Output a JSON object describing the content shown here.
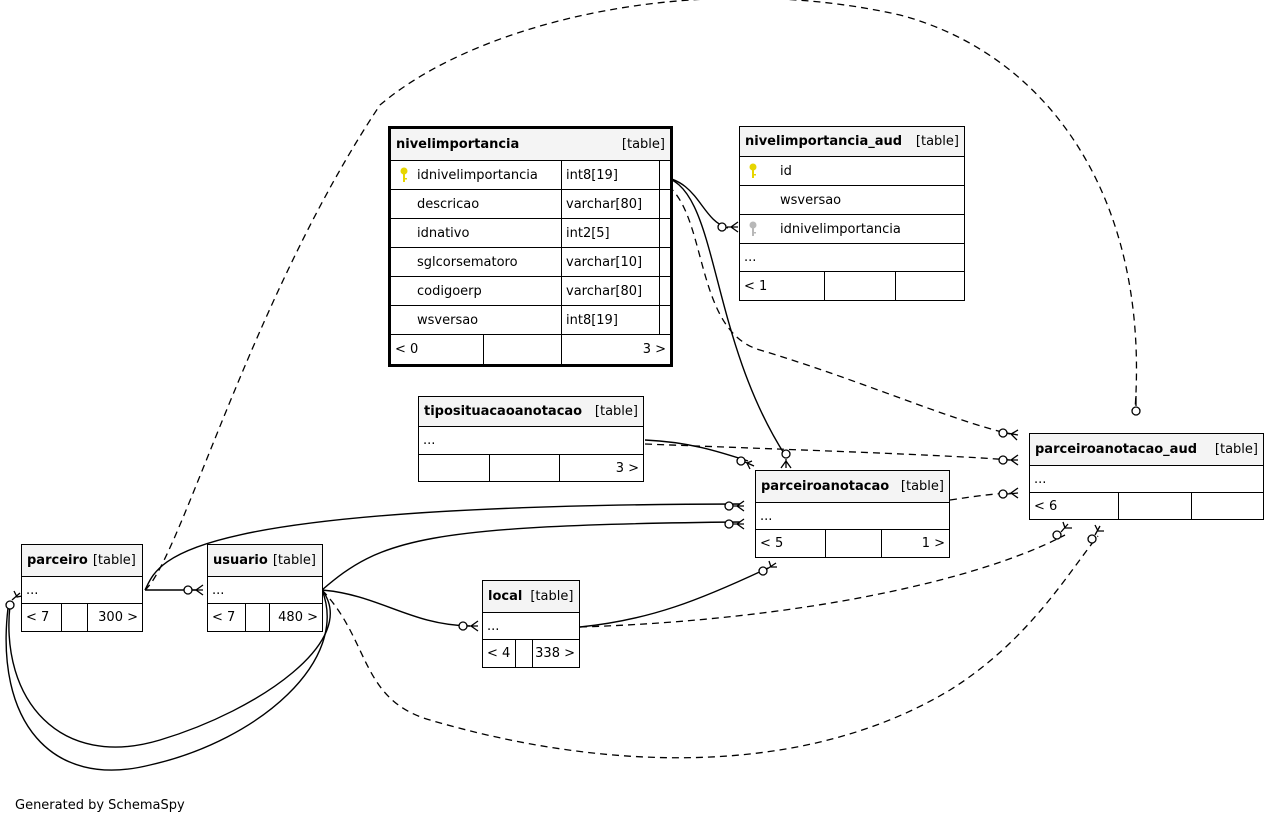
{
  "footer": "Generated by SchemaSpy",
  "colors": {
    "primary_key": "#e6d500",
    "foreign_key": "#b8b8b8",
    "header_bg": "#f4f4f4"
  },
  "tables": {
    "nivelimportancia": {
      "name": "nivelimportancia",
      "type": "[table]",
      "columns": [
        {
          "name": "idnivelimportancia",
          "type": "int8[19]",
          "key": "primary-key-icon"
        },
        {
          "name": "descricao",
          "type": "varchar[80]"
        },
        {
          "name": "idnativo",
          "type": "int2[5]"
        },
        {
          "name": "sglcorsematoro",
          "type": "varchar[10]"
        },
        {
          "name": "codigoerp",
          "type": "varchar[80]"
        },
        {
          "name": "wsversao",
          "type": "int8[19]"
        }
      ],
      "stats": {
        "parents": "< 0",
        "middle": "",
        "children": "3 >"
      }
    },
    "nivelimportancia_aud": {
      "name": "nivelimportancia_aud",
      "type": "[table]",
      "columns": [
        {
          "name": "id",
          "key": "primary-key-icon"
        },
        {
          "name": "wsversao"
        },
        {
          "name": "idnivelimportancia",
          "key": "foreign-key-icon"
        }
      ],
      "ellipsis": "...",
      "stats": {
        "parents": "< 1",
        "middle": "",
        "children": ""
      }
    },
    "tiposituacaoanotacao": {
      "name": "tiposituacaoanotacao",
      "type": "[table]",
      "ellipsis": "...",
      "stats": {
        "parents": "",
        "middle": "",
        "children": "3 >"
      }
    },
    "parceiroanotacao": {
      "name": "parceiroanotacao",
      "type": "[table]",
      "ellipsis": "...",
      "stats": {
        "parents": "< 5",
        "middle": "",
        "children": "1 >"
      }
    },
    "parceiroanotacao_aud": {
      "name": "parceiroanotacao_aud",
      "type": "[table]",
      "ellipsis": "...",
      "stats": {
        "parents": "< 6",
        "middle": "",
        "children": ""
      }
    },
    "parceiro": {
      "name": "parceiro",
      "type": "[table]",
      "ellipsis": "...",
      "stats": {
        "parents": "< 7",
        "middle": "",
        "children": "300 >"
      }
    },
    "usuario": {
      "name": "usuario",
      "type": "[table]",
      "ellipsis": "...",
      "stats": {
        "parents": "< 7",
        "middle": "",
        "children": "480 >"
      }
    },
    "local": {
      "name": "local",
      "type": "[table]",
      "ellipsis": "...",
      "stats": {
        "parents": "< 4",
        "middle": "",
        "children": "338 >"
      }
    }
  }
}
